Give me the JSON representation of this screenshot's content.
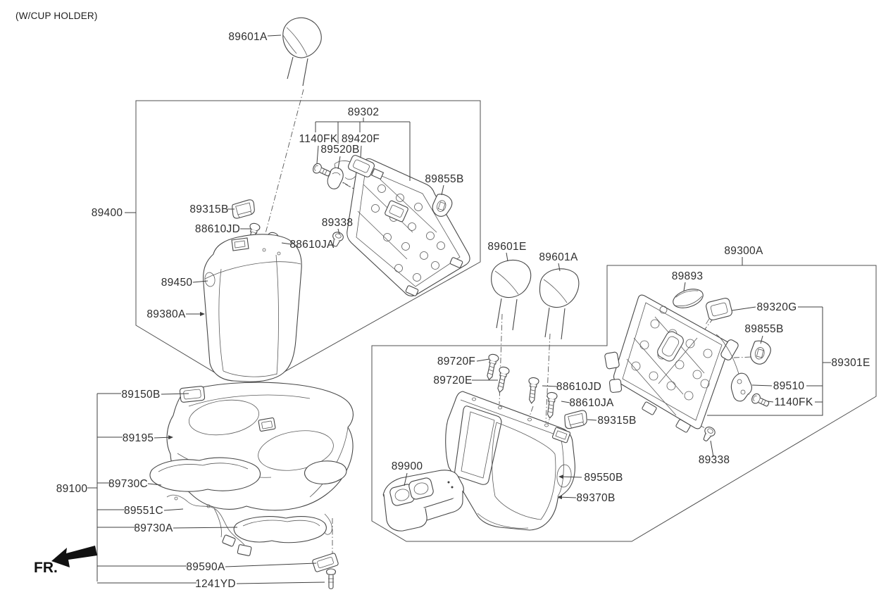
{
  "diagram": {
    "note": "(W/CUP HOLDER)",
    "fr": "FR.",
    "colors": {
      "line": "#4b4b4b",
      "label": "#2e2e2e",
      "background": "#ffffff"
    },
    "callouts": {
      "c89601a_top": "89601A",
      "c89302": "89302",
      "c1140fk_left": "1140FK",
      "c89420f": "89420F",
      "c89520b": "89520B",
      "c89855b_left": "89855B",
      "c89400": "89400",
      "c89315b_left": "89315B",
      "c88610jd_left": "88610JD",
      "c88610ja_left": "88610JA",
      "c89338_left": "89338",
      "c89450": "89450",
      "c89380a": "89380A",
      "c89601e": "89601E",
      "c89601a_mid": "89601A",
      "c89300a": "89300A",
      "c89893": "89893",
      "c89320g": "89320G",
      "c89855b_right": "89855B",
      "c89301e": "89301E",
      "c89510": "89510",
      "c1140fk_right": "1140FK",
      "c89720f": "89720F",
      "c89720e": "89720E",
      "c88610jd_right": "88610JD",
      "c88610ja_right": "88610JA",
      "c89315b_right": "89315B",
      "c89900": "89900",
      "c89550b": "89550B",
      "c89370b": "89370B",
      "c89338_right": "89338",
      "c89150b": "89150B",
      "c89195": "89195",
      "c89100": "89100",
      "c89730c": "89730C",
      "c89551c": "89551C",
      "c89730a": "89730A",
      "c89590a": "89590A",
      "c1241yd": "1241YD"
    }
  }
}
